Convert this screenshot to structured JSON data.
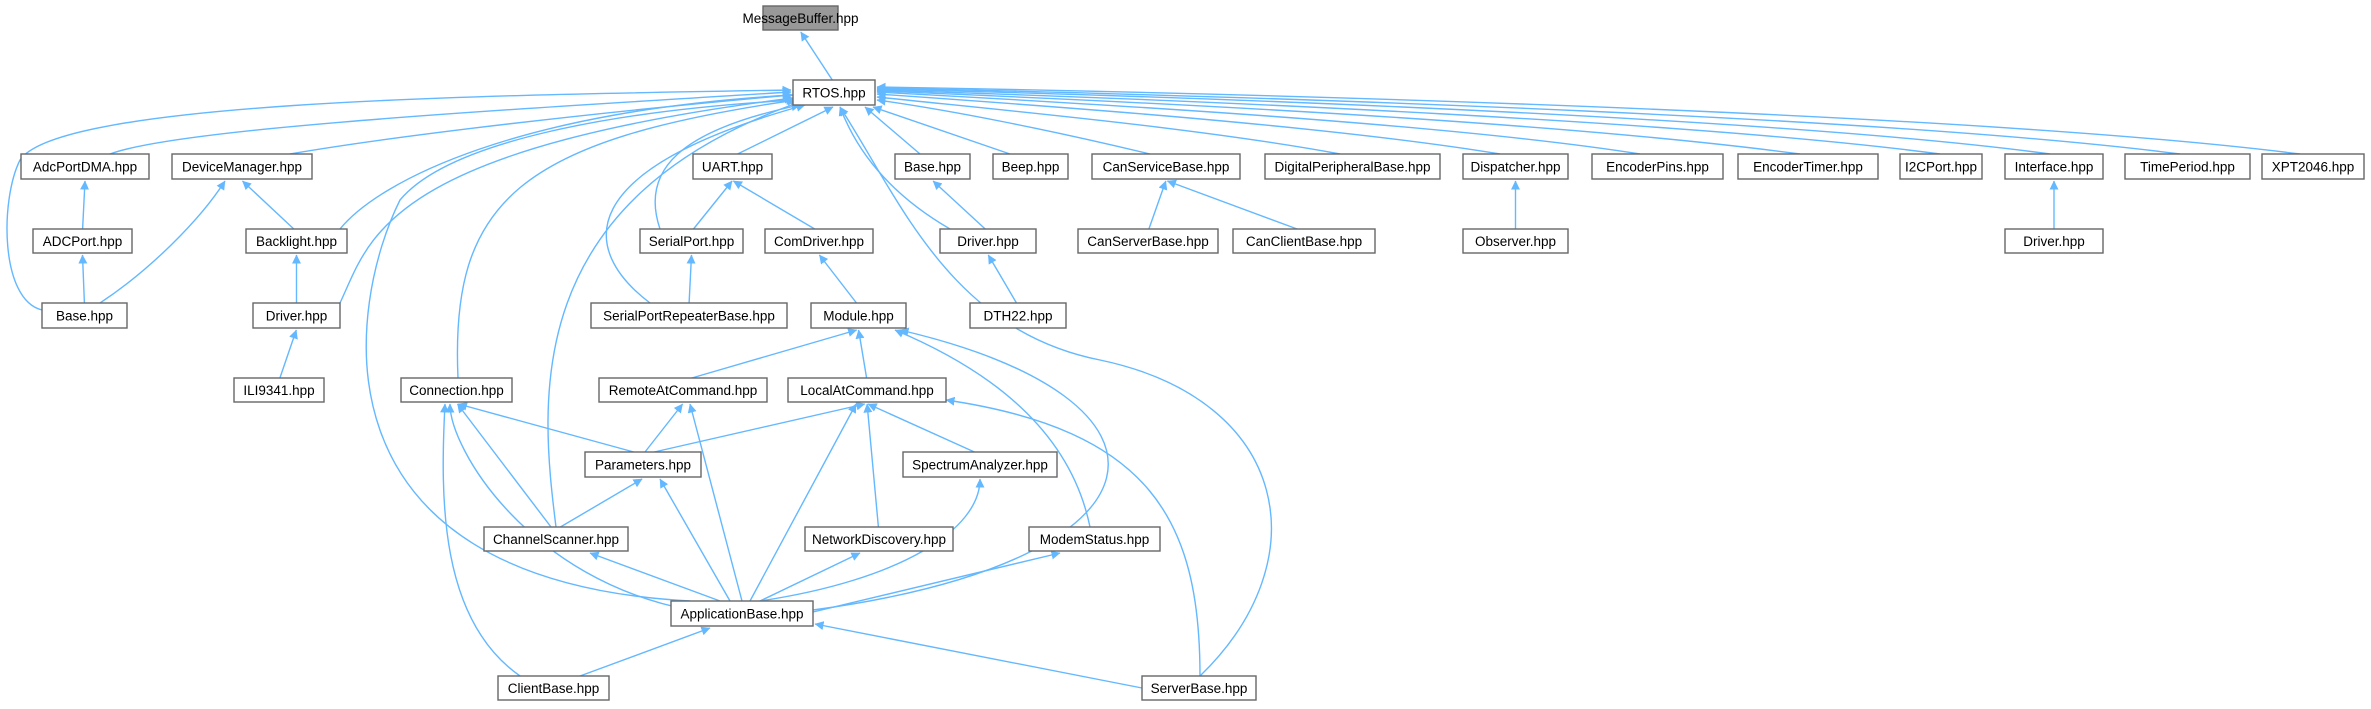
{
  "colors": {
    "edge": "#63b8ff",
    "box_border": "#666666",
    "root_fill": "#999999",
    "box_fill": "#ffffff"
  },
  "nodes": [
    {
      "id": "messagebuffer",
      "label": "MessageBuffer.hpp",
      "root": true
    },
    {
      "id": "rtos",
      "label": "RTOS.hpp"
    },
    {
      "id": "adcportdma",
      "label": "AdcPortDMA.hpp"
    },
    {
      "id": "devicemanager",
      "label": "DeviceManager.hpp"
    },
    {
      "id": "uart",
      "label": "UART.hpp"
    },
    {
      "id": "base_mid",
      "label": "Base.hpp"
    },
    {
      "id": "beep",
      "label": "Beep.hpp"
    },
    {
      "id": "canservicebase",
      "label": "CanServiceBase.hpp"
    },
    {
      "id": "digitalperipheralbase",
      "label": "DigitalPeripheralBase.hpp"
    },
    {
      "id": "dispatcher",
      "label": "Dispatcher.hpp"
    },
    {
      "id": "encoderpins",
      "label": "EncoderPins.hpp"
    },
    {
      "id": "encodertimer",
      "label": "EncoderTimer.hpp"
    },
    {
      "id": "i2cport",
      "label": "I2CPort.hpp"
    },
    {
      "id": "interface",
      "label": "Interface.hpp"
    },
    {
      "id": "timeperiod",
      "label": "TimePeriod.hpp"
    },
    {
      "id": "xpt2046",
      "label": "XPT2046.hpp"
    },
    {
      "id": "adcport",
      "label": "ADCPort.hpp"
    },
    {
      "id": "backlight",
      "label": "Backlight.hpp"
    },
    {
      "id": "serialport",
      "label": "SerialPort.hpp"
    },
    {
      "id": "comdriver",
      "label": "ComDriver.hpp"
    },
    {
      "id": "driver_mid",
      "label": "Driver.hpp"
    },
    {
      "id": "canserverbase",
      "label": "CanServerBase.hpp"
    },
    {
      "id": "canclientbase",
      "label": "CanClientBase.hpp"
    },
    {
      "id": "observer",
      "label": "Observer.hpp"
    },
    {
      "id": "driver_right",
      "label": "Driver.hpp"
    },
    {
      "id": "base_left",
      "label": "Base.hpp"
    },
    {
      "id": "driver_left",
      "label": "Driver.hpp"
    },
    {
      "id": "serialportrepeaterbase",
      "label": "SerialPortRepeaterBase.hpp"
    },
    {
      "id": "module",
      "label": "Module.hpp"
    },
    {
      "id": "dth22",
      "label": "DTH22.hpp"
    },
    {
      "id": "ili9341",
      "label": "ILI9341.hpp"
    },
    {
      "id": "connection",
      "label": "Connection.hpp"
    },
    {
      "id": "remoteatcommand",
      "label": "RemoteAtCommand.hpp"
    },
    {
      "id": "localatcommand",
      "label": "LocalAtCommand.hpp"
    },
    {
      "id": "parameters",
      "label": "Parameters.hpp"
    },
    {
      "id": "spectrumanalyzer",
      "label": "SpectrumAnalyzer.hpp"
    },
    {
      "id": "channelscanner",
      "label": "ChannelScanner.hpp"
    },
    {
      "id": "networkdiscovery",
      "label": "NetworkDiscovery.hpp"
    },
    {
      "id": "modemstatus",
      "label": "ModemStatus.hpp"
    },
    {
      "id": "applicationbase",
      "label": "ApplicationBase.hpp"
    },
    {
      "id": "clientbase",
      "label": "ClientBase.hpp"
    },
    {
      "id": "serverbase",
      "label": "ServerBase.hpp"
    }
  ],
  "edges": [
    {
      "from": "rtos",
      "to": "messagebuffer"
    },
    {
      "from": "adcportdma",
      "to": "rtos"
    },
    {
      "from": "devicemanager",
      "to": "rtos"
    },
    {
      "from": "uart",
      "to": "rtos"
    },
    {
      "from": "base_mid",
      "to": "rtos"
    },
    {
      "from": "beep",
      "to": "rtos"
    },
    {
      "from": "canservicebase",
      "to": "rtos"
    },
    {
      "from": "digitalperipheralbase",
      "to": "rtos"
    },
    {
      "from": "dispatcher",
      "to": "rtos"
    },
    {
      "from": "encoderpins",
      "to": "rtos"
    },
    {
      "from": "encodertimer",
      "to": "rtos"
    },
    {
      "from": "i2cport",
      "to": "rtos"
    },
    {
      "from": "interface",
      "to": "rtos"
    },
    {
      "from": "timeperiod",
      "to": "rtos"
    },
    {
      "from": "xpt2046",
      "to": "rtos"
    },
    {
      "from": "base_left",
      "to": "rtos"
    },
    {
      "from": "backlight",
      "to": "rtos"
    },
    {
      "from": "driver_left",
      "to": "rtos"
    },
    {
      "from": "serialport",
      "to": "rtos"
    },
    {
      "from": "serialportrepeaterbase",
      "to": "rtos"
    },
    {
      "from": "driver_mid",
      "to": "rtos"
    },
    {
      "from": "connection",
      "to": "rtos"
    },
    {
      "from": "channelscanner",
      "to": "rtos"
    },
    {
      "from": "applicationbase",
      "to": "rtos"
    },
    {
      "from": "serverbase",
      "to": "rtos"
    },
    {
      "from": "adcport",
      "to": "adcportdma"
    },
    {
      "from": "base_left",
      "to": "adcport"
    },
    {
      "from": "base_left",
      "to": "devicemanager"
    },
    {
      "from": "backlight",
      "to": "devicemanager"
    },
    {
      "from": "driver_left",
      "to": "backlight"
    },
    {
      "from": "ili9341",
      "to": "driver_left"
    },
    {
      "from": "serialport",
      "to": "uart"
    },
    {
      "from": "comdriver",
      "to": "uart"
    },
    {
      "from": "serialportrepeaterbase",
      "to": "serialport"
    },
    {
      "from": "module",
      "to": "comdriver"
    },
    {
      "from": "driver_mid",
      "to": "base_mid"
    },
    {
      "from": "dth22",
      "to": "driver_mid"
    },
    {
      "from": "canserverbase",
      "to": "canservicebase"
    },
    {
      "from": "canclientbase",
      "to": "canservicebase"
    },
    {
      "from": "observer",
      "to": "dispatcher"
    },
    {
      "from": "driver_right",
      "to": "interface"
    },
    {
      "from": "remoteatcommand",
      "to": "module"
    },
    {
      "from": "localatcommand",
      "to": "module"
    },
    {
      "from": "modemstatus",
      "to": "module"
    },
    {
      "from": "applicationbase",
      "to": "module"
    },
    {
      "from": "parameters",
      "to": "connection"
    },
    {
      "from": "channelscanner",
      "to": "connection"
    },
    {
      "from": "applicationbase",
      "to": "connection"
    },
    {
      "from": "clientbase",
      "to": "connection"
    },
    {
      "from": "parameters",
      "to": "remoteatcommand"
    },
    {
      "from": "applicationbase",
      "to": "remoteatcommand"
    },
    {
      "from": "parameters",
      "to": "localatcommand"
    },
    {
      "from": "spectrumanalyzer",
      "to": "localatcommand"
    },
    {
      "from": "networkdiscovery",
      "to": "localatcommand"
    },
    {
      "from": "applicationbase",
      "to": "localatcommand"
    },
    {
      "from": "serverbase",
      "to": "localatcommand"
    },
    {
      "from": "channelscanner",
      "to": "parameters"
    },
    {
      "from": "applicationbase",
      "to": "parameters"
    },
    {
      "from": "applicationbase",
      "to": "channelscanner"
    },
    {
      "from": "applicationbase",
      "to": "spectrumanalyzer"
    },
    {
      "from": "applicationbase",
      "to": "networkdiscovery"
    },
    {
      "from": "applicationbase",
      "to": "modemstatus"
    },
    {
      "from": "clientbase",
      "to": "applicationbase"
    },
    {
      "from": "serverbase",
      "to": "applicationbase"
    }
  ]
}
